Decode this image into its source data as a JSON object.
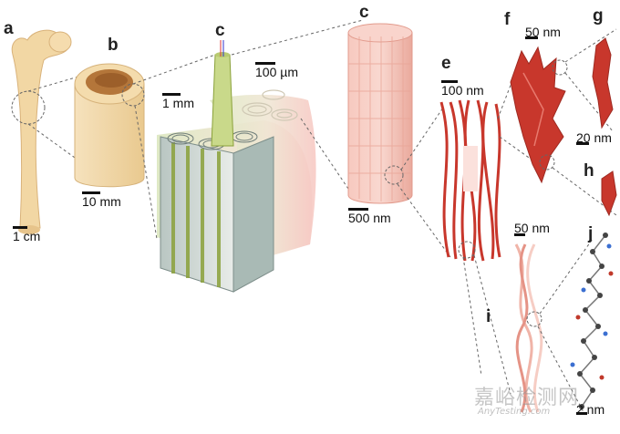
{
  "panels": {
    "a": {
      "letter": "a",
      "scale": "1 cm"
    },
    "b": {
      "letter": "b",
      "scale": "10 mm"
    },
    "c1": {
      "letter": "c",
      "scale_a": "1 mm",
      "scale_b": "100 µm"
    },
    "c2": {
      "letter": "c",
      "scale": "500 nm"
    },
    "e": {
      "letter": "e",
      "scale": "100 nm"
    },
    "f": {
      "letter": "f",
      "scale": "50 nm"
    },
    "g": {
      "letter": "g",
      "scale": "20 nm"
    },
    "h": {
      "letter": "h"
    },
    "i": {
      "letter": "i",
      "scale": "50 nm"
    },
    "j": {
      "letter": "j",
      "scale": "2 nm"
    }
  },
  "watermark": {
    "cn": "嘉峪检测网",
    "en": "AnyTesting.com"
  },
  "colors": {
    "bone": "#f3d9a8",
    "bone_dark": "#d9a860",
    "spongy": "#b4763a",
    "fibril": "#c8372c",
    "fibril_light": "#f2b6ab",
    "collagen": "#f5c7bd",
    "osteon_green": "#c9d98a",
    "block_grey": "#9fb0ad"
  }
}
